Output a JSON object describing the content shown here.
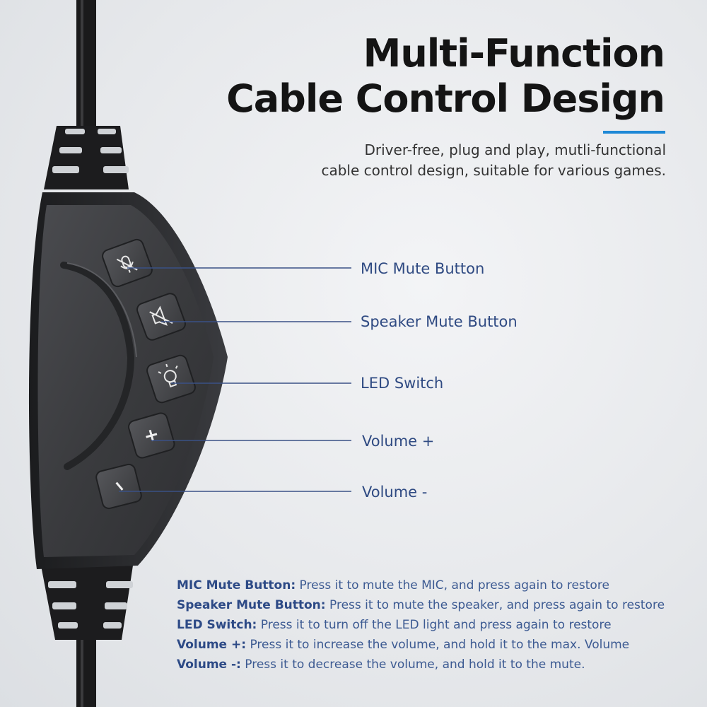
{
  "title": {
    "line1": "Multi-Function",
    "line2": "Cable Control Design"
  },
  "subtitle": {
    "line1": "Driver-free, plug and play, mutli-functional",
    "line2": "cable control design, suitable for various games."
  },
  "callouts": {
    "mic": "MIC Mute Button",
    "speaker": "Speaker Mute Button",
    "led": "LED Switch",
    "vol_up": "Volume +",
    "vol_down": "Volume -"
  },
  "descriptions": [
    {
      "key": "MIC Mute Button:",
      "text": " Press it to mute the MIC, and press again to restore"
    },
    {
      "key": "Speaker Mute Button:",
      "text": " Press it to mute the speaker, and press again to restore"
    },
    {
      "key": "LED Switch:",
      "text": " Press it to turn off the LED light and press again to restore"
    },
    {
      "key": "Volume +:",
      "text": " Press it to increase the volume, and hold it to the max. Volume"
    },
    {
      "key": "Volume -:",
      "text": " Press it to decrease the volume, and hold it to the mute."
    }
  ],
  "icons": {
    "mic": "mic-mute-icon",
    "speaker": "speaker-mute-icon",
    "led": "light-bulb-icon",
    "plus": "plus-icon",
    "minus": "minus-icon"
  },
  "colors": {
    "accent": "#1e88d6",
    "callout_text": "#2f4a82",
    "title_text": "#141414"
  }
}
